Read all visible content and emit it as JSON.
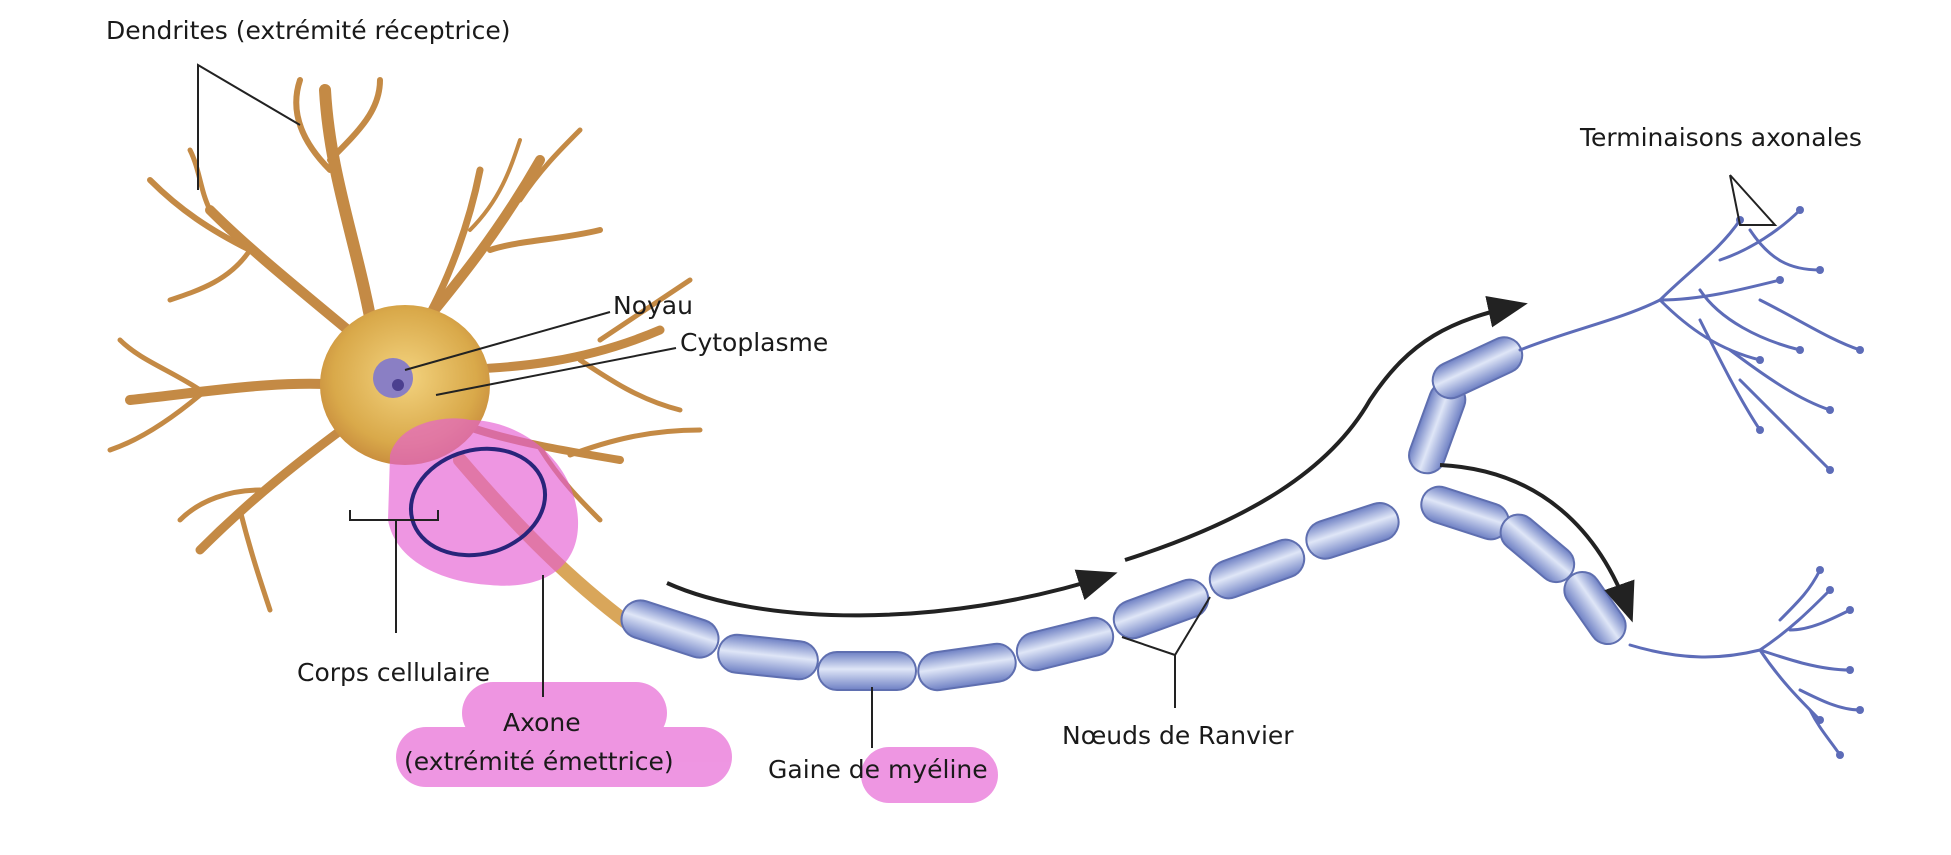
{
  "labels": {
    "dendrites": "Dendrites (extrémité réceptrice)",
    "noyau": "Noyau",
    "cytoplasme": "Cytoplasme",
    "corps": "Corps cellulaire",
    "axone_line1": "Axone",
    "axone_line2": "(extrémité émettrice)",
    "gaine": "Gaine de myéline",
    "noeuds": "Nœuds de Ranvier",
    "terminaisons": "Terminaisons axonales"
  },
  "colors": {
    "soma": "#d9a94a",
    "soma_dark": "#c4853a",
    "nucleus": "#8a7fc4",
    "myelin": "#8e9fd6",
    "myelin_edge": "#5f6fb0",
    "terminal": "#5d6cb8",
    "highlight": "#e55ed2",
    "circle": "#28247a",
    "line": "#222222"
  }
}
